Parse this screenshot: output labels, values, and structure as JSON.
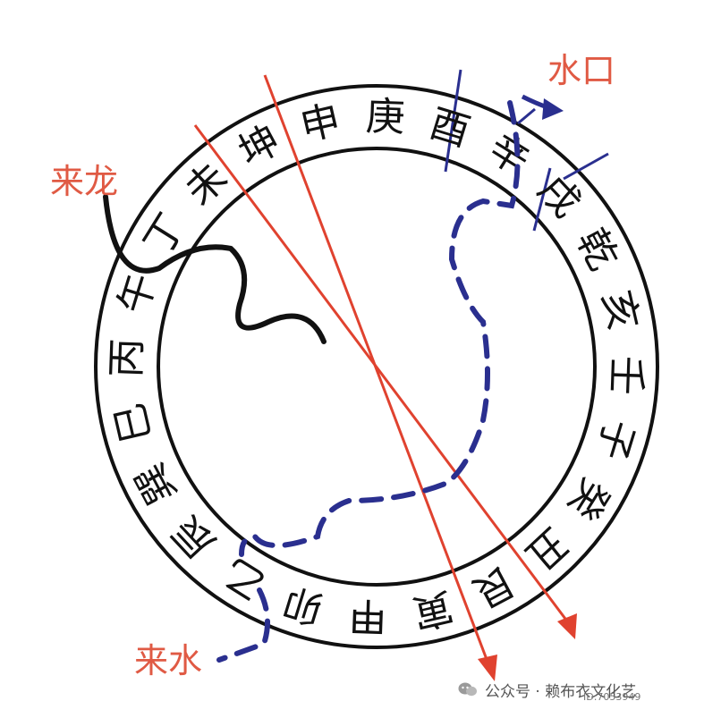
{
  "ring": {
    "characters": [
      "巽",
      "巳",
      "丙",
      "午",
      "丁",
      "未",
      "坤",
      "申",
      "庚",
      "酉",
      "辛",
      "戌",
      "乾",
      "亥",
      "壬",
      "子",
      "癸",
      "丑",
      "艮",
      "寅",
      "甲",
      "卯",
      "乙",
      "辰"
    ]
  },
  "labels": {
    "water_out": "水口",
    "dragon_in": "来龙",
    "water_in": "来水"
  },
  "watermark": {
    "text": "公众号 · 赖布衣文化艺",
    "id": "ID:7053949"
  },
  "colors": {
    "ring": "#111111",
    "red_line": "#e0422f",
    "blue_water": "#2a2f8f",
    "dragon": "#111111",
    "label_red": "#e05a44"
  }
}
